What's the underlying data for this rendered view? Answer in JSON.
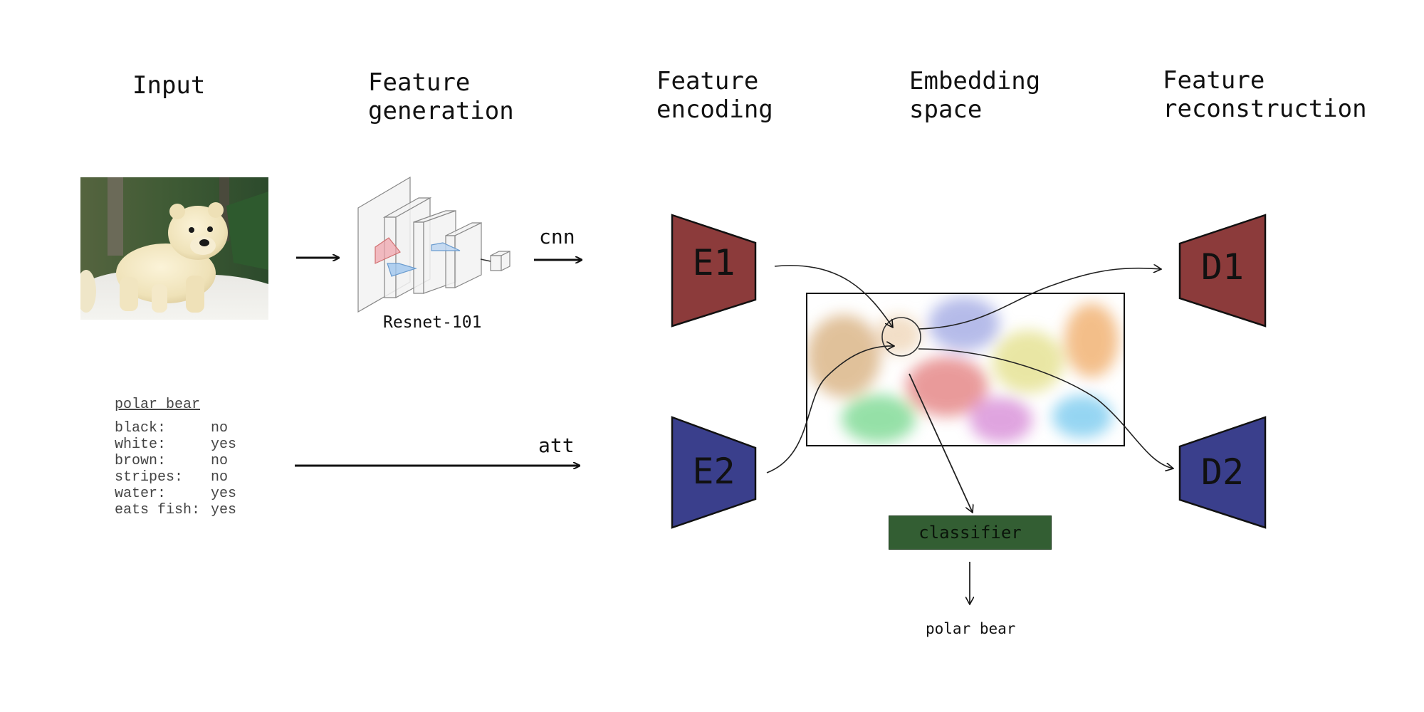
{
  "headers": {
    "input": "Input",
    "feature_generation": [
      "Feature",
      "generation"
    ],
    "feature_encoding": [
      "Feature",
      "encoding"
    ],
    "embedding_space": [
      "Embedding",
      "space"
    ],
    "feature_reconstruction": [
      "Feature",
      "reconstruction"
    ]
  },
  "network_label": "Resnet-101",
  "cnn_label": "cnn",
  "att_label": "att",
  "attributes": {
    "title": "polar bear",
    "rows": [
      {
        "key": "black:",
        "value": "no"
      },
      {
        "key": "white:",
        "value": "yes"
      },
      {
        "key": "brown:",
        "value": "no"
      },
      {
        "key": "stripes:",
        "value": "no"
      },
      {
        "key": "water:",
        "value": "yes"
      },
      {
        "key": "eats fish:",
        "value": "yes"
      }
    ]
  },
  "encoders": [
    {
      "label": "E1",
      "color": "#8c3b3b"
    },
    {
      "label": "E2",
      "color": "#3a3f8c"
    }
  ],
  "decoders": [
    {
      "label": "D1",
      "color": "#8c3b3b"
    },
    {
      "label": "D2",
      "color": "#3a3f8c"
    }
  ],
  "classifier_label": "classifier",
  "output_label": "polar bear",
  "cluster_colors": [
    "#c88f4a",
    "#7a85d8",
    "#d8d35a",
    "#ea8a2a",
    "#d84a4a",
    "#3fc860",
    "#c65ac6",
    "#3fb4e8",
    "#e8c49a"
  ]
}
